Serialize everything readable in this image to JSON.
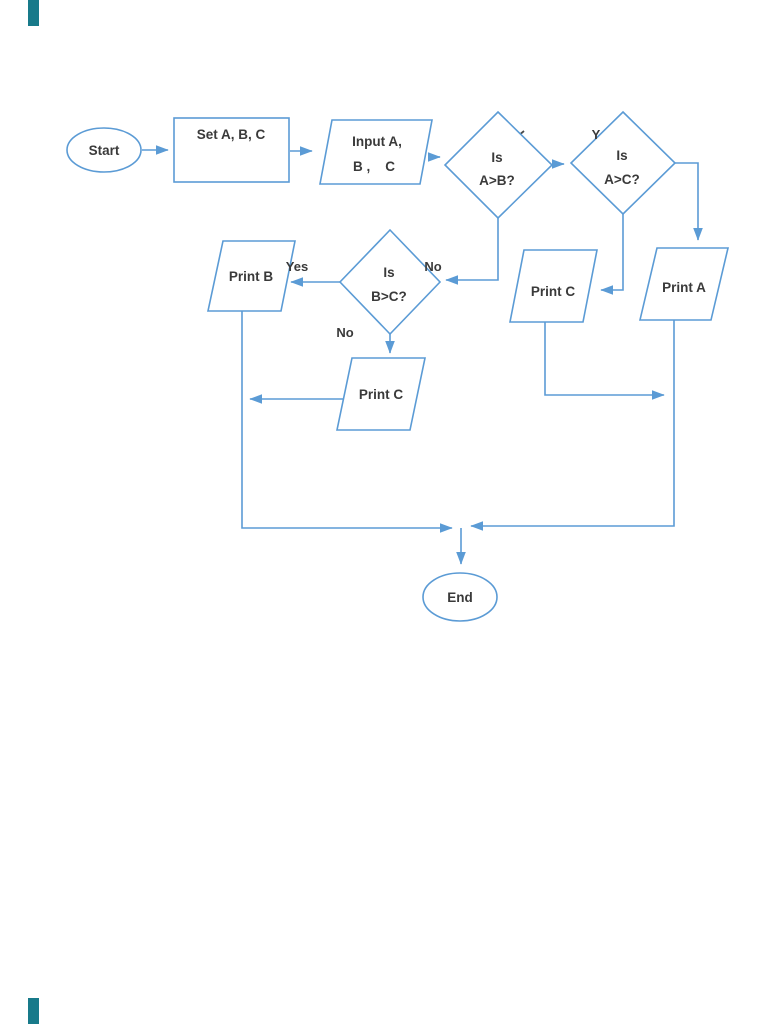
{
  "colors": {
    "flow_line": "#5B9BD5",
    "label_text": "#3a3a3a",
    "page_edge_marker": "#187A8A"
  },
  "nodes": {
    "start": {
      "label": "Start"
    },
    "set_abc": {
      "label": "Set A, B, C"
    },
    "input_abc": {
      "line1": "Input A,",
      "line2": "B ,    C"
    },
    "is_a_gt_b": {
      "line1": "Is",
      "line2": "A>B?"
    },
    "is_a_gt_c": {
      "line1": "Is",
      "line2": "A>C?"
    },
    "print_c_right": {
      "label": "Print C"
    },
    "print_a": {
      "label": "Print A"
    },
    "print_b": {
      "label": "Print B"
    },
    "is_b_gt_c": {
      "line1": "Is",
      "line2": "B>C?"
    },
    "print_c_bottom": {
      "label": "Print C"
    },
    "end": {
      "label": "End"
    }
  },
  "edge_labels": {
    "yes_to_a_gt_c": "Y",
    "yes_to_print_b": "Yes",
    "no_to_b_gt_c": "No",
    "no_to_print_c": "No"
  }
}
